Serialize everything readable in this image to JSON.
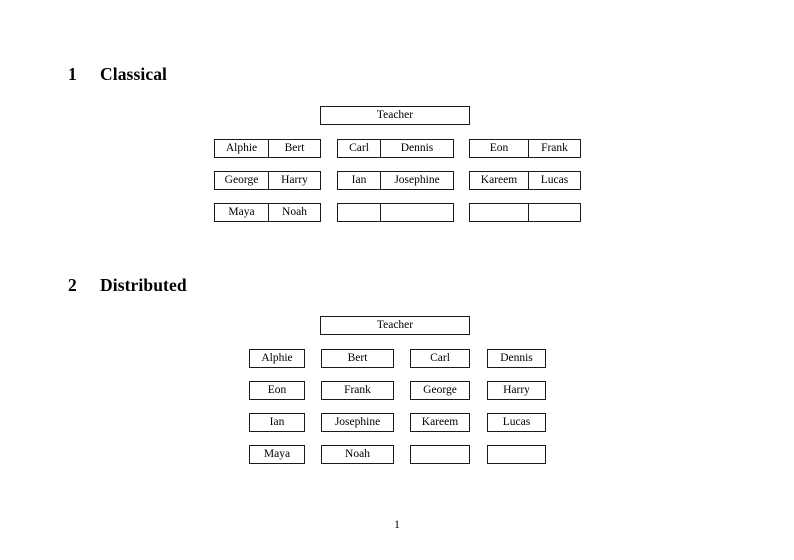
{
  "document": {
    "page_number": "1"
  },
  "sections": [
    {
      "number": "1",
      "title": "Classical",
      "teacher_label": "Teacher",
      "layout": "grouped-pairs",
      "groups": [
        {
          "column": "a",
          "rows": [
            {
              "cells": [
                "Alphie",
                "Bert"
              ]
            },
            {
              "cells": [
                "George",
                "Harry"
              ]
            },
            {
              "cells": [
                "Maya",
                "Noah"
              ]
            }
          ]
        },
        {
          "column": "b",
          "rows": [
            {
              "cells": [
                "Carl",
                "Dennis"
              ]
            },
            {
              "cells": [
                "Ian",
                "Josephine"
              ]
            },
            {
              "cells": [
                "",
                ""
              ]
            }
          ]
        },
        {
          "column": "c",
          "rows": [
            {
              "cells": [
                "Eon",
                "Frank"
              ]
            },
            {
              "cells": [
                "Kareem",
                "Lucas"
              ]
            },
            {
              "cells": [
                "",
                ""
              ]
            }
          ]
        }
      ]
    },
    {
      "number": "2",
      "title": "Distributed",
      "teacher_label": "Teacher",
      "layout": "individual-boxes",
      "rows": [
        {
          "cells": [
            "Alphie",
            "Bert",
            "Carl",
            "Dennis"
          ]
        },
        {
          "cells": [
            "Eon",
            "Frank",
            "George",
            "Harry"
          ]
        },
        {
          "cells": [
            "Ian",
            "Josephine",
            "Kareem",
            "Lucas"
          ]
        },
        {
          "cells": [
            "Maya",
            "Noah",
            "",
            ""
          ]
        }
      ]
    }
  ]
}
